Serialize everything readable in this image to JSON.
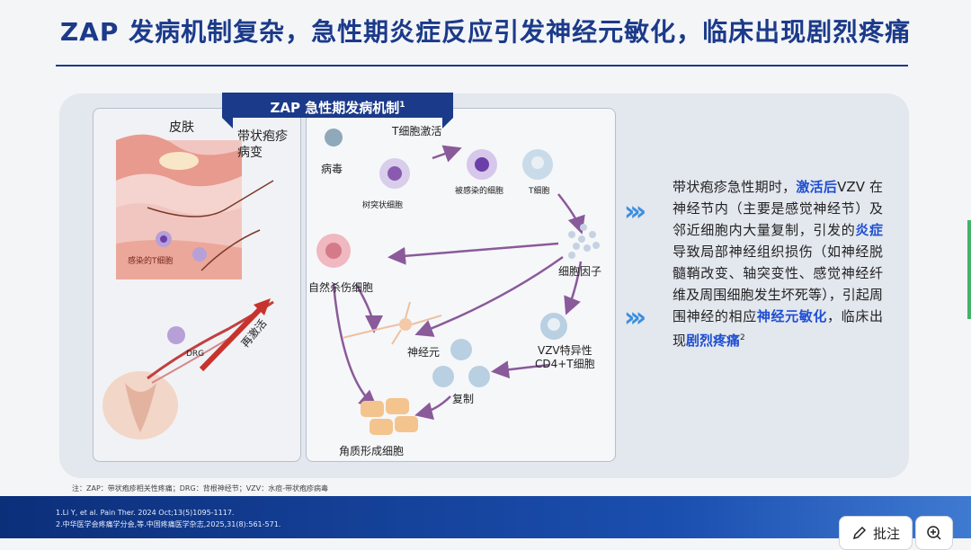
{
  "title": "ZAP 发病机制复杂，急性期炎症反应引发神经元敏化，临床出现剧烈疼痛",
  "tab_label": "ZAP 急性期发病机制",
  "tab_sup": "1",
  "labels": {
    "skin": "皮肤",
    "herpes_lesion": "带状疱疹\n病变",
    "infected_t_skin": "感染的T细胞",
    "drg": "DRG",
    "reactivation": "再激活",
    "t_activation": "T细胞激活",
    "virus": "病毒",
    "dendritic": "树突状细胞",
    "infected_cell": "被感染的细胞",
    "t_cell": "T细胞",
    "cytokine": "细胞因子",
    "nk": "自然杀伤细胞",
    "neuron": "神经元",
    "vzv_cd4": "VZV特异性\nCD4+T细胞",
    "replication": "复制",
    "keratinocyte": "角质形成细胞"
  },
  "description": {
    "p1": "带状疱疹急性期时，",
    "h1": "激活后",
    "p2": "VZV 在神经节内（主要是感觉神经节）及邻近细胞内大量复制，引发的",
    "h2": "炎症",
    "p3": "导致局部神经组织损伤（如神经脱髓鞘改变、轴突变性、感觉神经纤维及周围细胞发生坏死等），引起周围神经的相应",
    "h3": "神经元敏化",
    "p4": "，临床出现",
    "h4": "剧烈疼痛",
    "sup": "2"
  },
  "note": "注：ZAP：带状疱疹相关性疼痛；DRG：背根神经节；VZV：水痘-带状疱疹病毒",
  "references": [
    "1.Li Y, et al. Pain Ther. 2024 Oct;13(5)1095-1117.",
    "2.中华医学会疼痛学分会,等.中国疼痛医学杂志,2025,31(8):561-571."
  ],
  "buttons": {
    "annotate": "批注"
  },
  "colors": {
    "brand": "#1b3a8a",
    "highlight": "#1f4fd1",
    "arrow": "#8a5a9a"
  }
}
